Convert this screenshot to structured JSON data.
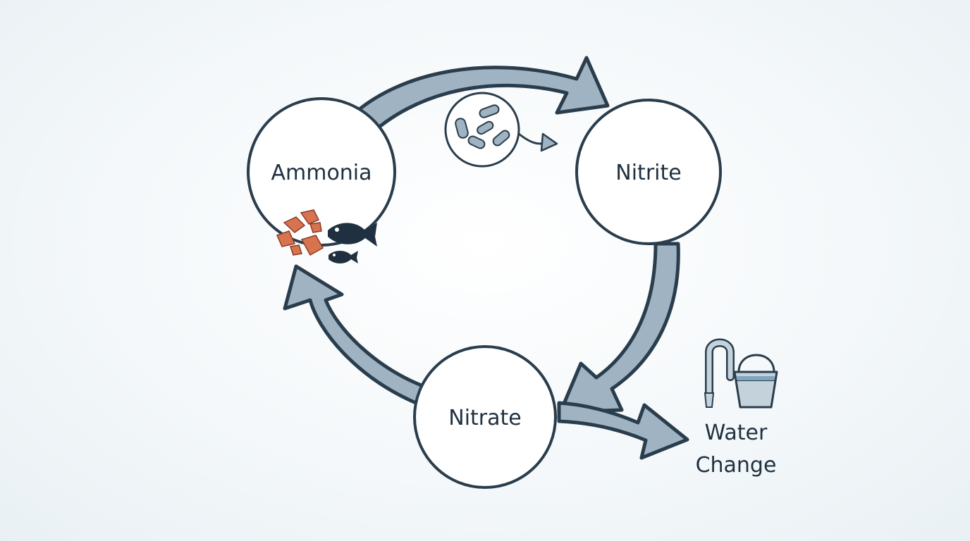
{
  "nodes": {
    "ammonia": "Ammonia",
    "nitrite": "Nitrite",
    "nitrate": "Nitrate"
  },
  "water_change": {
    "line1": "Water",
    "line2": "Change"
  },
  "colors": {
    "arrow_fill": "#9fb3c2",
    "outline": "#2a3d4c",
    "circle_fill": "#ffffff",
    "waste": "#d8734f",
    "fish": "#1f3140"
  },
  "icons": [
    "bacteria-icon",
    "fish-icon",
    "fish-waste-icon",
    "siphon-icon",
    "bucket-icon"
  ]
}
